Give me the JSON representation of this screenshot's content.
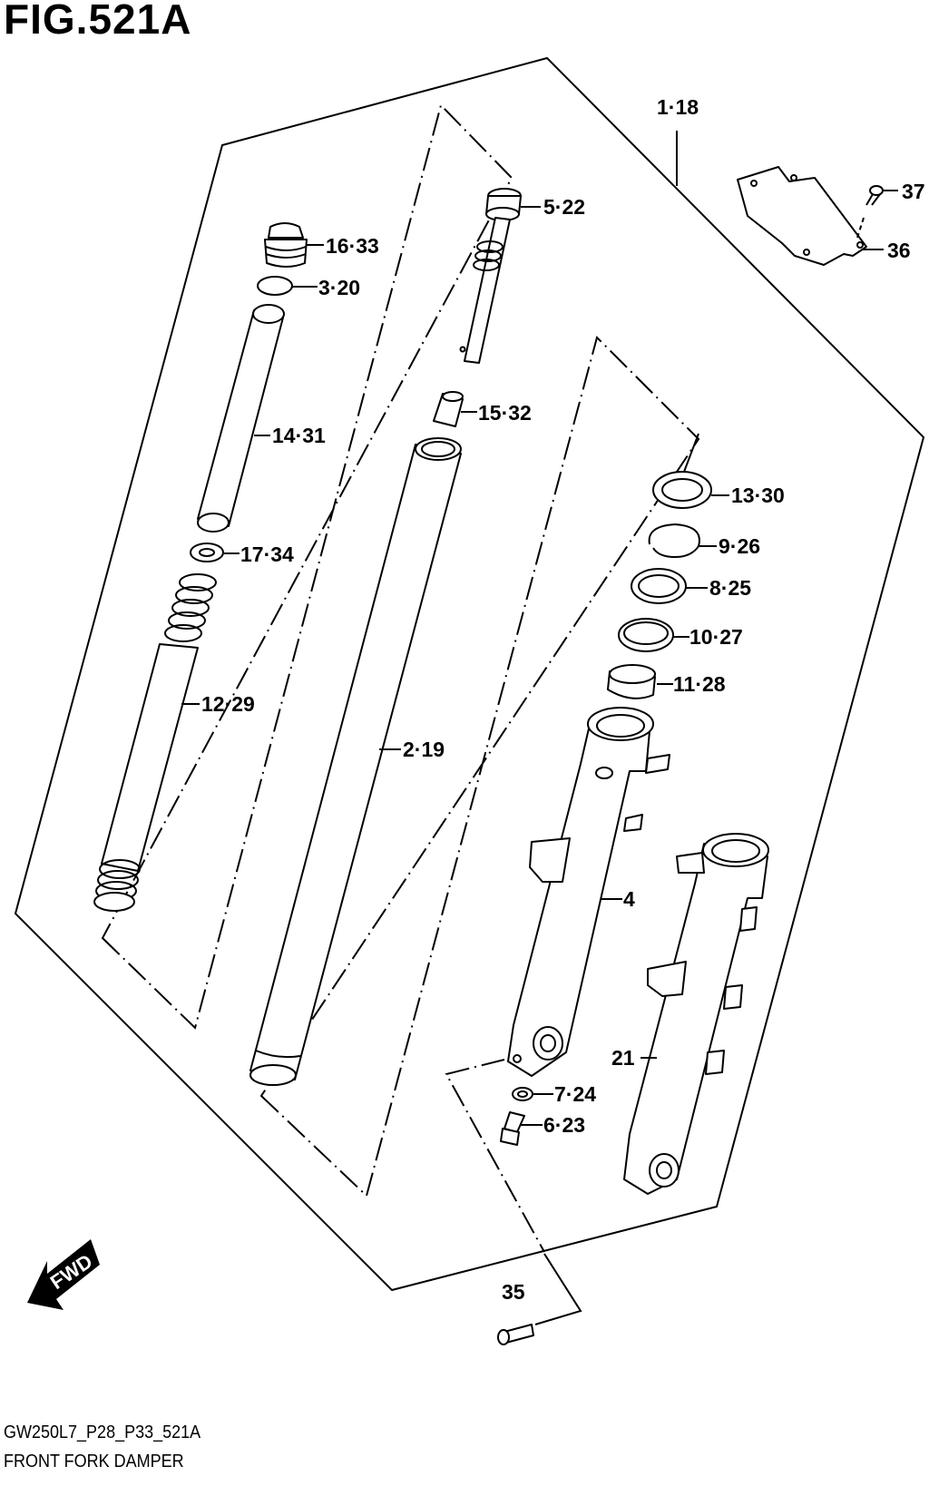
{
  "figure": {
    "title": "FIG.521A",
    "code": "GW250L7_P28_P33_521A",
    "subtitle": "FRONT FORK DAMPER",
    "fwd_label": "FWD"
  },
  "parts": [
    {
      "id": "p1",
      "label": "1·18"
    },
    {
      "id": "p37",
      "label": "37"
    },
    {
      "id": "p36",
      "label": "36"
    },
    {
      "id": "p5",
      "label": "5·22"
    },
    {
      "id": "p16",
      "label": "16·33"
    },
    {
      "id": "p3",
      "label": "3·20"
    },
    {
      "id": "p14",
      "label": "14·31"
    },
    {
      "id": "p15",
      "label": "15·32"
    },
    {
      "id": "p13",
      "label": "13·30"
    },
    {
      "id": "p9",
      "label": "9·26"
    },
    {
      "id": "p8",
      "label": "8·25"
    },
    {
      "id": "p10",
      "label": "10·27"
    },
    {
      "id": "p11",
      "label": "11·28"
    },
    {
      "id": "p17",
      "label": "17·34"
    },
    {
      "id": "p12",
      "label": "12·29"
    },
    {
      "id": "p2",
      "label": "2·19"
    },
    {
      "id": "p4",
      "label": "4"
    },
    {
      "id": "p21",
      "label": "21"
    },
    {
      "id": "p7",
      "label": "7·24"
    },
    {
      "id": "p6",
      "label": "6·23"
    },
    {
      "id": "p35",
      "label": "35"
    }
  ]
}
